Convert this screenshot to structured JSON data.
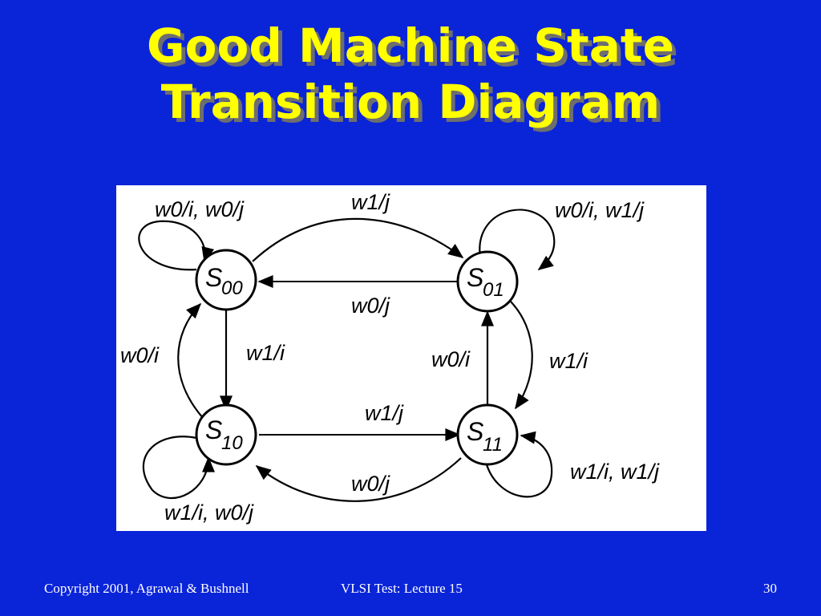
{
  "slide": {
    "title_line1": "Good Machine State",
    "title_line2": "Transition Diagram"
  },
  "diagram": {
    "states": {
      "s00": {
        "main": "S",
        "sub": "00"
      },
      "s01": {
        "main": "S",
        "sub": "01"
      },
      "s10": {
        "main": "S",
        "sub": "10"
      },
      "s11": {
        "main": "S",
        "sub": "11"
      }
    },
    "labels": {
      "s00_self": "w0/i, w0/j",
      "s00_to_s01": "w1/j",
      "s01_self": "w0/i, w1/j",
      "s01_to_s00": "w0/j",
      "s10_to_s00": "w0/i",
      "s00_to_s10": "w1/i",
      "s11_to_s01": "w0/i",
      "s01_to_s11": "w1/i",
      "s10_to_s11": "w1/j",
      "s11_to_s10": "w0/j",
      "s10_self": "w1/i, w0/j",
      "s11_self": "w1/i, w1/j"
    }
  },
  "footer": {
    "copyright": "Copyright 2001, Agrawal & Bushnell",
    "course": "VLSI Test: Lecture 15",
    "page_number": "30"
  },
  "colors": {
    "background": "#0A24D8",
    "title": "#FFFF00",
    "title_shadow": "#6E6E6E",
    "diagram_bg": "#FFFFFF",
    "footer_text": "#FFFFFF"
  }
}
